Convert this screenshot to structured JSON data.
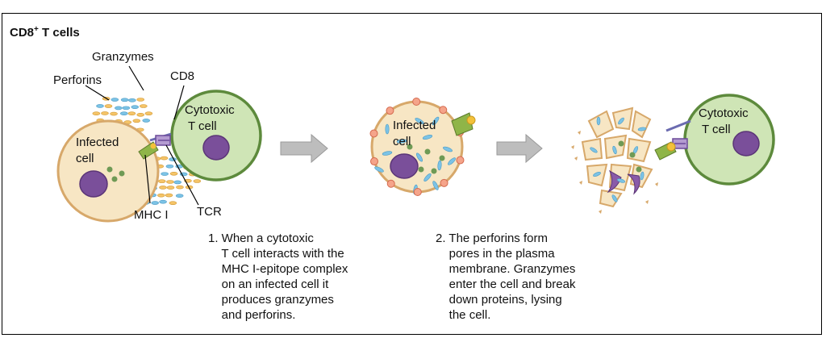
{
  "title": {
    "main": "CD8",
    "sup": "+",
    "rest": " T cells"
  },
  "labels": {
    "granzymes": "Granzymes",
    "perforins": "Perforins",
    "cd8": "CD8",
    "cytotoxic_line1": "Cytotoxic",
    "cytotoxic_line2": "T cell",
    "infected_line1": "Infected",
    "infected_line2": "cell",
    "mhc": "MHC I",
    "tcr": "TCR"
  },
  "steps": [
    {
      "text": "1. When a cytotoxic\n    T cell interacts with the\n    MHC I-epitope complex\n    on an infected cell it\n    produces granzymes\n    and perforins."
    },
    {
      "text": "2. The perforins form\n    pores in the plasma\n    membrane. Granzymes\n    enter the cell and break\n    down proteins, lysing\n    the cell."
    }
  ],
  "colors": {
    "infected_fill": "#f7e6c4",
    "infected_stroke": "#d7a86a",
    "tcell_fill": "#cfe5b6",
    "tcell_stroke": "#5d8a3c",
    "nucleus": "#7a4f9a",
    "granzyme": "#7cc3e6",
    "perforin": "#f5c468",
    "arrow": "#bdbdbd"
  }
}
